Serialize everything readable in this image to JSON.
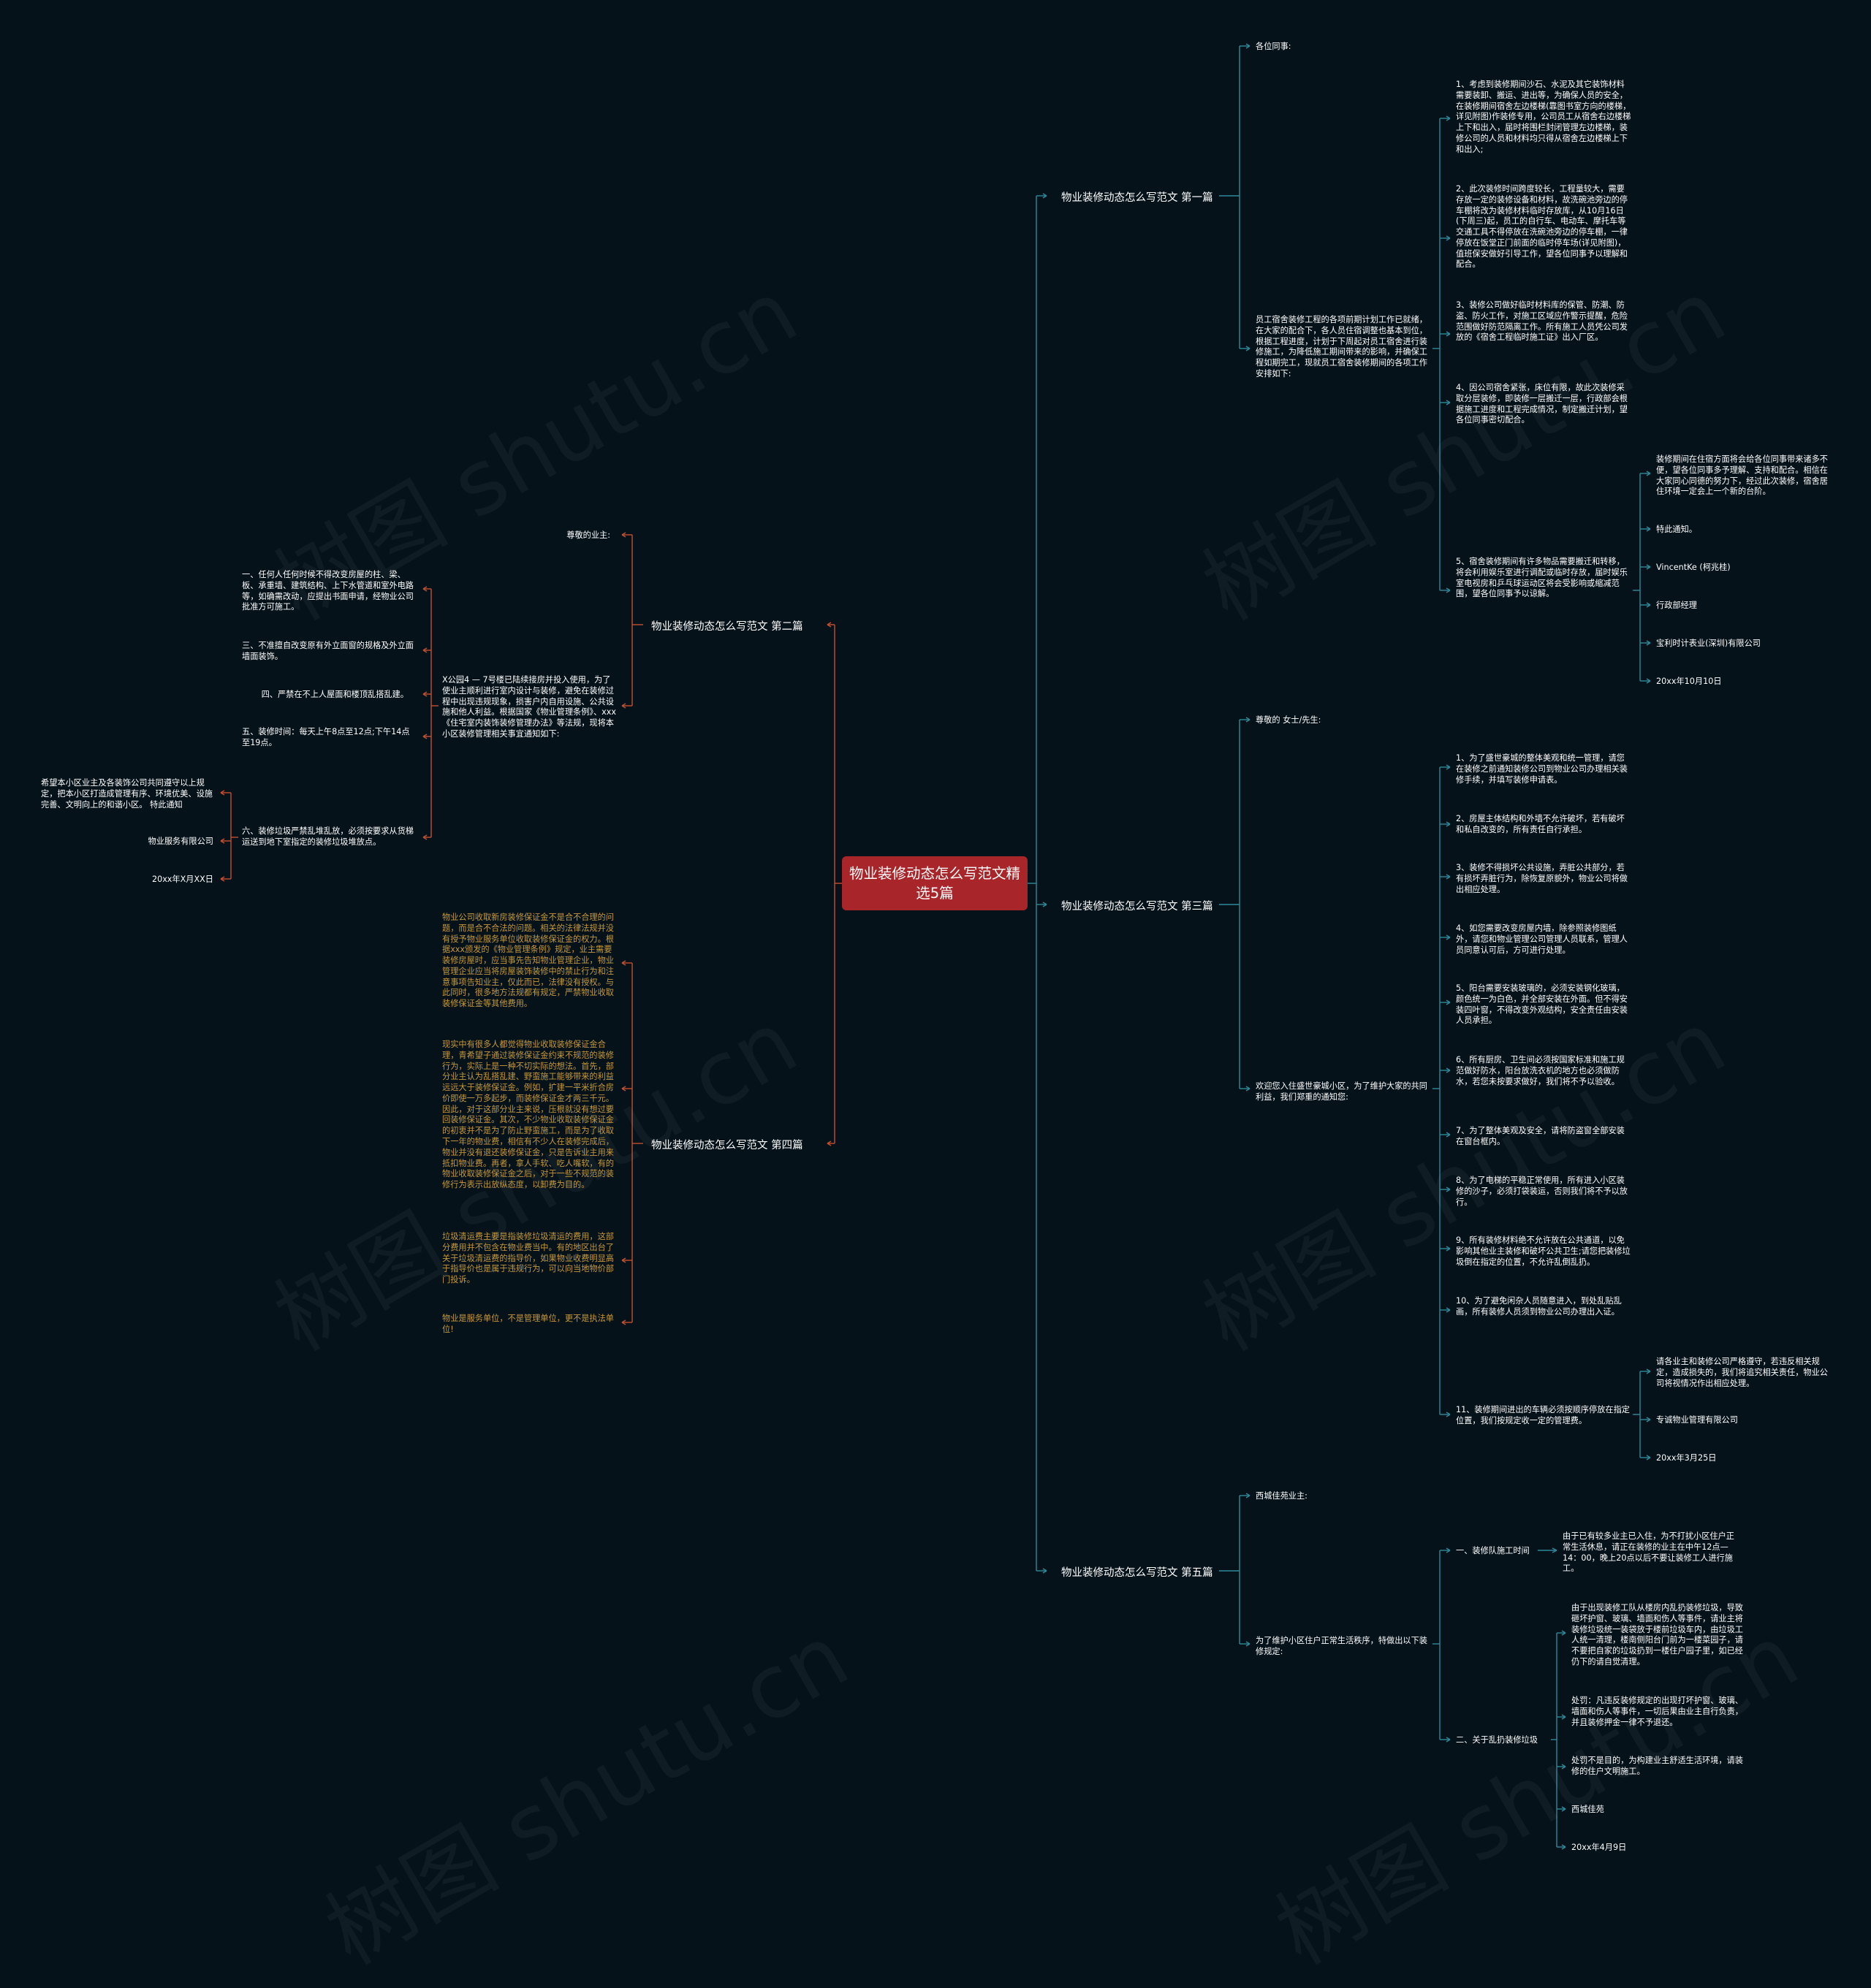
{
  "root": "物业装修动态怎么写范文精选5篇",
  "watermark": "树图 shutu.cn",
  "colors": {
    "background": "#06121a",
    "root_fill": "#a8252a",
    "left_branch_line": "#c4502f",
    "right_branch_line": "#2e8a9a",
    "article4_text": "#c79a3c",
    "text": "#ffffff"
  },
  "branches": {
    "b1": {
      "title": "物业装修动态怎么写范文 第一篇",
      "greeting": "各位同事:",
      "intro": "员工宿舍装修工程的各项前期计划工作已就绪，在大家的配合下，各人员住宿调整也基本到位，根据工程进度，计划于下周起对员工宿舍进行装修施工，为降低施工期间带来的影响，并确保工程如期完工，现就员工宿舍装修期间的各项工作安排如下:",
      "items": [
        "1、考虑到装修期间沙石、水泥及其它装饰材料需要装卸、搬运、进出等，为确保人员的安全，在装修期间宿舍左边楼梯(靠图书室方向的楼梯，详见附图)作装修专用，公司员工从宿舍右边楼梯上下和出入，届时将围栏封闭管理左边楼梯，装修公司的人员和材料均只得从宿舍左边楼梯上下和出入;",
        "2、此次装修时间跨度较长，工程量较大，需要存放一定的装修设备和材料，故洗碗池旁边的停车棚将改为装修材料临时存放库，从10月16日(下周三)起，员工的自行车、电动车、摩托车等交通工具不得停放在洗碗池旁边的停车棚，一律停放在饭堂正门前面的临时停车场(详见附图)，值班保安做好引导工作，望各位同事予以理解和配合。",
        "3、装修公司做好临时材料库的保管、防潮、防盗、防火工作，对施工区域应作警示提醒，危险范围做好防范隔离工作。所有施工人员凭公司发放的《宿舍工程临时施工证》出入厂区。",
        "4、因公司宿舍紧张，床位有限，故此次装修采取分层装修，即装修一层搬迁一层，行政部会根据施工进度和工程完成情况，制定搬迁计划，望各位同事密切配合。",
        "5、宿舍装修期间有许多物品需要搬迁和转移，将会利用娱乐室进行调配或临时存放，届时娱乐室电视房和乒乓球运动区将会受影响或缩减范围，望各位同事予以谅解。"
      ],
      "closing": [
        "装修期间在住宿方面将会给各位同事带来诸多不便，望各位同事多予理解、支持和配合。相信在大家同心同德的努力下，经过此次装修，宿舍居住环境一定会上一个新的台阶。",
        "特此通知。",
        "VincentKe (柯兆桂)",
        "行政部经理",
        "宝利时计表业(深圳)有限公司",
        "20xx年10月10日"
      ]
    },
    "b2": {
      "title": "物业装修动态怎么写范文 第二篇",
      "greeting": "尊敬的业主:",
      "intro": "X公园4 — 7号楼已陆续接房并投入使用，为了使业主顺利进行室内设计与装修，避免在装修过程中出现违规现象，损害户内自用设施、公共设施和他人利益。根据国家《物业管理条例》、xxx《住宅室内装饰装修管理办法》等法规，现将本小区装修管理相关事宜通知如下:",
      "items": [
        "一、任何人任何时候不得改变房屋的柱、梁、板、承重墙、建筑结构、上下水管道和室外电路等，如确需改动，应提出书面申请，经物业公司批准方可施工。",
        "三、不准擅自改变原有外立面窗的规格及外立面墙面装饰。",
        "四、严禁在不上人屋面和楼顶乱搭乱建。",
        "五、装修时间：每天上午8点至12点;下午14点至19点。",
        "六、装修垃圾严禁乱堆乱放，必须按要求从货梯运送到地下室指定的装修垃圾堆放点。"
      ],
      "closing": [
        "希望本小区业主及各装饰公司共同遵守以上规定，把本小区打造成管理有序、环境优美、设施完善、文明向上的和谐小区。 特此通知",
        "物业服务有限公司",
        "20xx年X月XX日"
      ]
    },
    "b3": {
      "title": "物业装修动态怎么写范文 第三篇",
      "greeting": "尊敬的 女士/先生:",
      "intro": "欢迎您入住盛世豪城小区，为了维护大家的共同利益，我们郑重的通知您:",
      "items": [
        "1、为了盛世豪城的整体美观和统一管理，请您在装修之前通知装修公司到物业公司办理相关装修手续，并填写装修申请表。",
        "2、房屋主体结构和外墙不允许破坏，若有破坏和私自改变的，所有责任自行承担。",
        "3、装修不得损坏公共设施，弄脏公共部分，若有损坏弄脏行为，除恢复原貌外，物业公司将做出相应处理。",
        "4、如您需要改变房屋内墙，除参照装修图纸外，请您和物业管理公司管理人员联系，管理人员同意认可后，方可进行处理。",
        "5、阳台需要安装玻璃的，必须安装钢化玻璃，颜色统一为白色，并全部安装在外面。但不得安装四叶窗，不得改变外观结构，安全责任由安装人员承担。",
        "6、所有厨房、卫生间必须按国家标准和施工规范做好防水，阳台放洗衣机的地方也必须做防水，若您未按要求做好，我们将不予以验收。",
        "7、为了整体美观及安全，请将防盗窗全部安装在窗台框内。",
        "8、为了电梯的平稳正常使用，所有进入小区装修的沙子，必须打袋装运，否则我们将不予以放行。",
        "9、所有装修材料绝不允许放在公共通道，以免影响其他业主装修和破坏公共卫生;请您把装修垃圾倒在指定的位置，不允许乱倒乱扔。",
        "10、为了避免闲杂人员随意进入，到处乱贴乱画，所有装修人员须到物业公司办理出入证。",
        "11、装修期间进出的车辆必须按顺序停放在指定位置，我们按规定收一定的管理费。"
      ],
      "closing": [
        "请各业主和装修公司严格遵守，若违反相关规定，造成损失的，我们将追究相关责任，物业公司将视情况作出相应处理。",
        "专诚物业管理有限公司",
        "20xx年3月25日"
      ]
    },
    "b4": {
      "title": "物业装修动态怎么写范文 第四篇",
      "items": [
        "物业公司收取新房装修保证金不是合不合理的问题，而是合不合法的问题。相关的法律法规并没有授予物业服务单位收取装修保证金的权力。根据xxx颁发的《物业管理条例》规定，业主需要装修房屋时，应当事先告知物业管理企业，物业管理企业应当将房屋装饰装修中的禁止行为和注意事项告知业主，仅此而已，法律没有授权。与此同时，很多地方法规都有规定，严禁物业收取装修保证金等其他费用。",
        "现实中有很多人都觉得物业收取装修保证金合理，青希望子通过装修保证金约束不规范的装修行为，实际上是一种不切实际的想法。首先，部分业主认为乱搭乱建、野蛮施工能够带来的利益远远大于装修保证金。例如，扩建一平米折合房价即使一万多起步，而装修保证金才两三千元。因此，对于这部分业主来说，压根就没有想过要回装修保证金。其次，不少物业收取装修保证金的初衷并不是为了防止野蛮施工，而是为了收取下一年的物业费，相信有不少人在装修完成后，物业并没有退还装修保证金，只是告诉业主用来抵扣物业费。再者，拿人手软、吃人嘴软，有的物业收取装修保证金之后，对于一些不规范的装修行为表示出放纵态度，以卸费为目的。",
        "垃圾清运费主要是指装修垃圾清运的费用，这部分费用并不包含在物业费当中。有的地区出台了关于垃圾清运费的指导价，如果物业收费明显高于指导价也是属于违规行为，可以向当地物价部门投诉。",
        "物业是服务单位，不是管理单位，更不是执法单位!"
      ]
    },
    "b5": {
      "title": "物业装修动态怎么写范文 第五篇",
      "greeting": "西城佳苑业主:",
      "intro": "为了维护小区住户正常生活秩序，特做出以下装修规定:",
      "sec1_label": "一、装修队施工时间",
      "sec1_text": "由于已有较多业主已入住，为不打扰小区住户正常生活休息，请正在装修的业主在中午12点—14：00，晚上20点以后不要让装修工人进行施工。",
      "sec2_label": "二、关于乱扔装修垃圾",
      "sec2_items": [
        "由于出现装修工队从楼房内乱扔装修垃圾，导致砸坏护窗、玻璃、墙面和伤人等事件，请业主将装修垃圾统一装袋放于楼前垃圾车内，由垃圾工人统一清理，楼南侧阳台门前为一楼菜园子，请不要把自家的垃圾扔到一楼住户园子里，如已经仍下的请自觉清理。",
        "处罚：凡违反装修规定的出现打坏护窗、玻璃、墙面和伤人等事件，一切后果由业主自行负责，并且装修押金一律不予退还。",
        "处罚不是目的，为构建业主舒适生活环境，请装修的住户文明施工。",
        "西城佳苑",
        "20xx年4月9日"
      ]
    }
  }
}
